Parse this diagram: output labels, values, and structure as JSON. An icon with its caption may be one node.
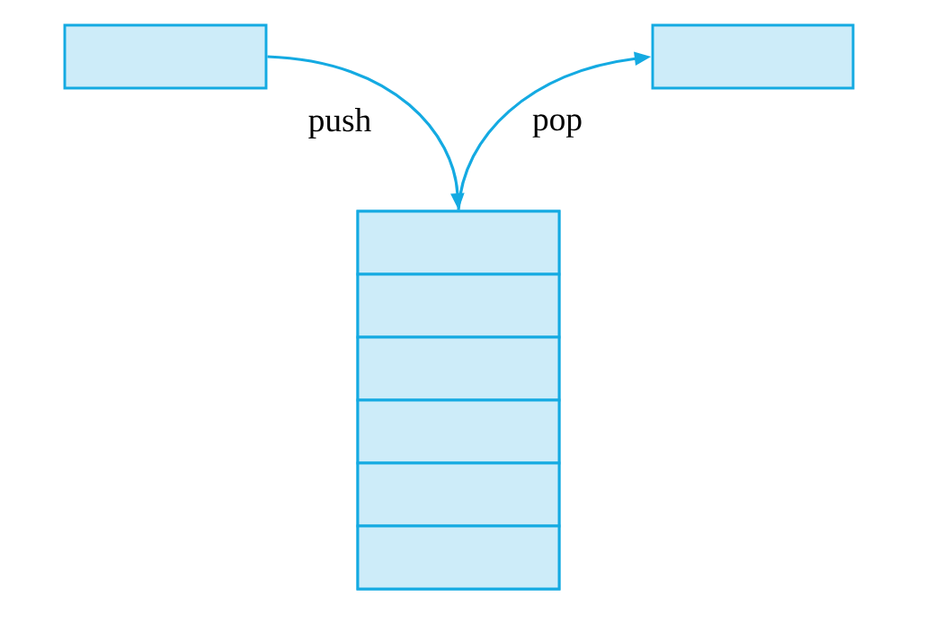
{
  "diagram": {
    "nodes": [
      {
        "text": [],
        "shape": "box"
      },
      {
        "text": [],
        "shape": "box"
      },
      {
        "text": [],
        "shape": "box"
      },
      {
        "text": [],
        "shape": "box",
        "in": 2
      },
      {
        "text": [],
        "shape": "box",
        "in": 2
      },
      {
        "text": [],
        "shape": "box",
        "in": 2
      },
      {
        "text": [],
        "shape": "box",
        "in": 2
      },
      {
        "text": [],
        "shape": "box",
        "in": 2
      },
      {
        "text": [],
        "shape": "box",
        "in": 2
      }
    ],
    "edges": [
      {
        "from": 0,
        "to": 2,
        "arrow": "to",
        "label": "push"
      },
      {
        "from": 2,
        "to": 1,
        "arrow": "to",
        "label": "pop"
      }
    ]
  }
}
